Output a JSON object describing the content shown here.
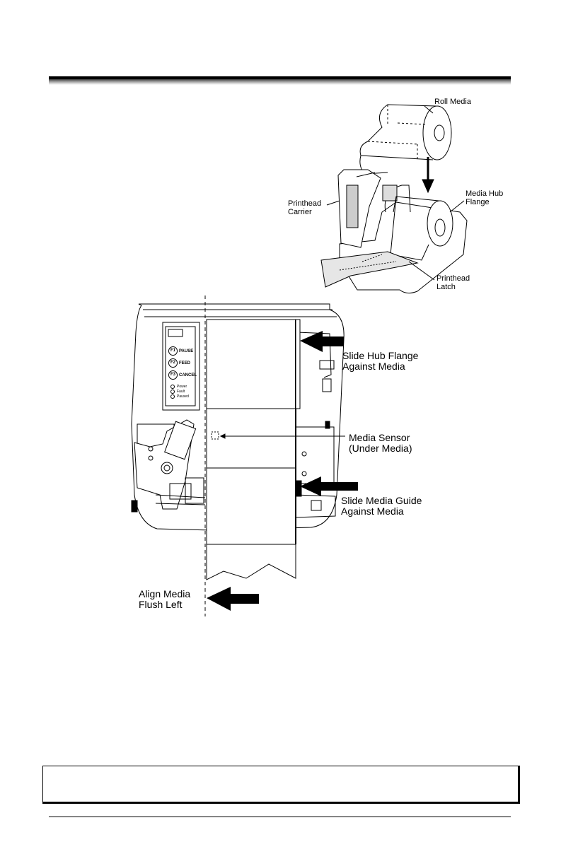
{
  "figure_top": {
    "labels": {
      "roll_media": "Roll Media",
      "printhead_carrier": "Printhead\nCarrier",
      "media_hub_flange": "Media Hub\nFlange",
      "printhead_latch": "Printhead\nLatch"
    }
  },
  "figure_bottom": {
    "labels": {
      "slide_hub_flange": "Slide Hub Flange\nAgainst Media",
      "media_sensor": "Media Sensor\n(Under Media)",
      "slide_media_guide": "Slide Media Guide\nAgainst Media",
      "align_media": "Align Media\nFlush Left"
    },
    "panel": {
      "buttons": [
        {
          "key": "F1",
          "label": "PAUSE"
        },
        {
          "key": "F2",
          "label": "FEED"
        },
        {
          "key": "F3",
          "label": "CANCEL"
        }
      ],
      "indicators": [
        "Power",
        "Fault",
        "Paused"
      ]
    }
  },
  "note_box": {
    "text": ""
  }
}
